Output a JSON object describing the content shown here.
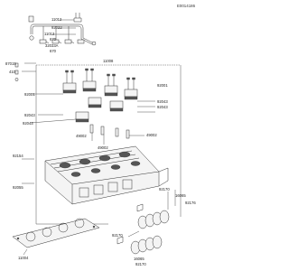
{
  "diagram": {
    "reference": "E0014186",
    "callouts": [
      {
        "id": "c-11012",
        "text": "11012"
      },
      {
        "id": "c-92022",
        "text": "92022"
      },
      {
        "id": "c-11012b",
        "text": "11012"
      },
      {
        "id": "c-670a",
        "text": "670"
      },
      {
        "id": "c-32033a",
        "text": "32033A"
      },
      {
        "id": "c-670b",
        "text": "670"
      },
      {
        "id": "c-11008",
        "text": "11008"
      },
      {
        "id": "c-87015",
        "text": "87015"
      },
      {
        "id": "c-410",
        "text": "410"
      },
      {
        "id": "c-92001",
        "text": "92001"
      },
      {
        "id": "c-92001b",
        "text": "92001"
      },
      {
        "id": "c-92043a",
        "text": "92043"
      },
      {
        "id": "c-92043b",
        "text": "92043"
      },
      {
        "id": "c-92043c",
        "text": "92043"
      },
      {
        "id": "c-92043d",
        "text": "92043"
      },
      {
        "id": "c-49002a",
        "text": "49002"
      },
      {
        "id": "c-49002b",
        "text": "49002"
      },
      {
        "id": "c-49002c",
        "text": "49002"
      },
      {
        "id": "c-92154",
        "text": "92154"
      },
      {
        "id": "c-92055",
        "text": "92055"
      },
      {
        "id": "c-92170a",
        "text": "92170"
      },
      {
        "id": "c-16065",
        "text": "16065"
      },
      {
        "id": "c-92176",
        "text": "92176"
      },
      {
        "id": "c-92170b",
        "text": "92170"
      },
      {
        "id": "c-11004",
        "text": "11004"
      },
      {
        "id": "c-16065b",
        "text": "16065"
      },
      {
        "id": "c-92170c",
        "text": "92170"
      }
    ]
  }
}
